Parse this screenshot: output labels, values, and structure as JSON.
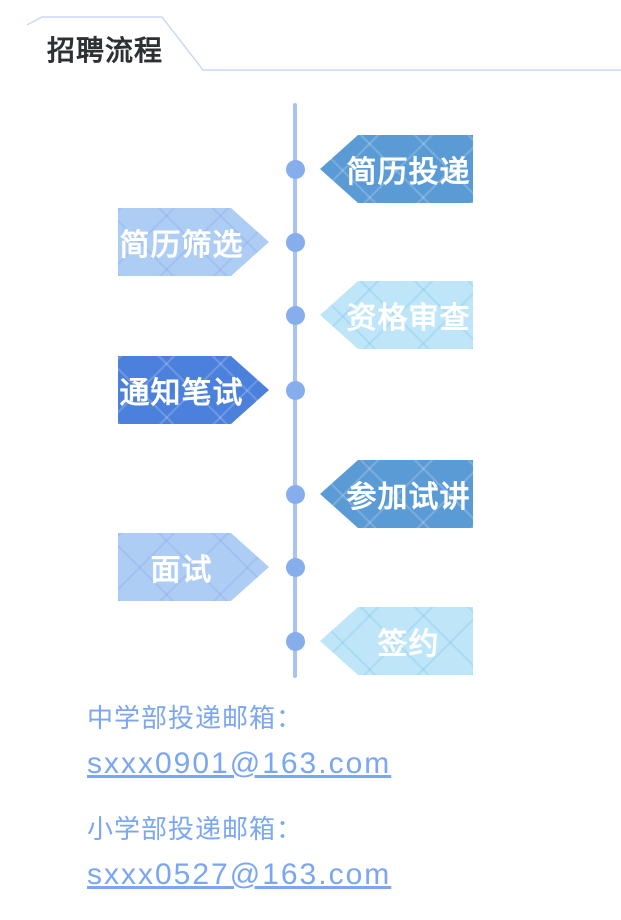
{
  "header": {
    "title": "招聘流程"
  },
  "flow": {
    "steps": [
      {
        "label": "简历投递",
        "side": "right",
        "tone": "medium"
      },
      {
        "label": "简历筛选",
        "side": "left",
        "tone": "light"
      },
      {
        "label": "资格审查",
        "side": "right",
        "tone": "pale"
      },
      {
        "label": "通知笔试",
        "side": "left",
        "tone": "dark"
      },
      {
        "label": "参加试讲",
        "side": "right",
        "tone": "medium"
      },
      {
        "label": "面试",
        "side": "left",
        "tone": "light"
      },
      {
        "label": "签约",
        "side": "right",
        "tone": "pale"
      }
    ]
  },
  "contacts": [
    {
      "label": "中学部投递邮箱：",
      "email": "sxxx0901@163.com"
    },
    {
      "label": "小学部投递邮箱：",
      "email": "sxxx0527@163.com"
    }
  ],
  "colors": {
    "step_medium": "#5b9bd5",
    "step_dark": "#4b80dd",
    "step_light": "#aecdf5",
    "step_pale": "#bfe6f8",
    "timeline_line": "#a9c3f0",
    "timeline_dot": "#86aeec",
    "contact_text": "#7aa6f3",
    "header_outline": "#c9d9f7",
    "title_text": "#2e3033"
  }
}
